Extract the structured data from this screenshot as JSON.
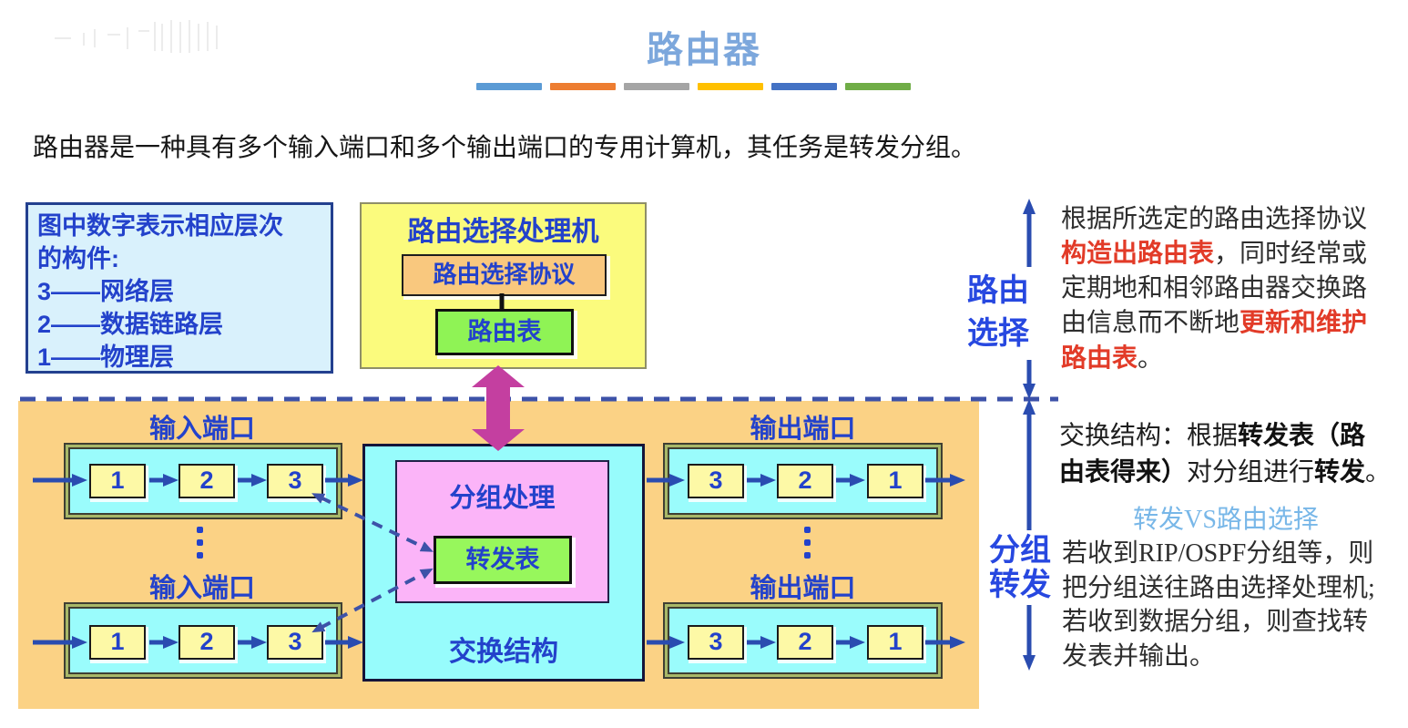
{
  "title": "路由器",
  "divider_colors": [
    "#5B9BD5",
    "#ED7D31",
    "#A5A5A5",
    "#FFC000",
    "#4472C4",
    "#70AD47"
  ],
  "intro": "路由器是一种具有多个输入端口和多个输出端口的专用计算机，其任务是转发分组。",
  "legend": {
    "lines": [
      "图中数字表示相应层次",
      "的构件:",
      "3——网络层",
      "2——数据链路层",
      "1——物理层"
    ]
  },
  "processor": {
    "title": "路由选择处理机",
    "protocol": "路由选择协议",
    "table": "路由表"
  },
  "fabric": {
    "processing": "分组处理",
    "table": "转发表",
    "label": "交换结构"
  },
  "ports": {
    "input_label": "输入端口",
    "output_label": "输出端口",
    "input_sequence": [
      "1",
      "2",
      "3"
    ],
    "output_sequence": [
      "3",
      "2",
      "1"
    ]
  },
  "right": {
    "routing_label": [
      "路由",
      "选择"
    ],
    "routing": {
      "s1": "根据所选定的路由选择协议",
      "s2": "构造出路由表",
      "s3": "，同时经常或",
      "s4": "定期地和相邻路由器交换路",
      "s5": "由信息而不断地",
      "s6": "更新和维护",
      "s7": "路由表",
      "s8": "。"
    },
    "fabric_note": {
      "s1": "交换结构：根据",
      "s2": "转发表（路",
      "s3": "由表得来）",
      "s4": "对分组进行",
      "s5": "转发",
      "s6": "。"
    },
    "vs": "转发VS路由选择",
    "forwarding_label": [
      "分组",
      "转发"
    ],
    "forwarding": {
      "s1": "若收到RIP/OSPF分组等，则",
      "s2": "把分组送往路由选择处理机;",
      "s3": "若收到数据分组，则查找转",
      "s4": "发表并输出。"
    }
  },
  "palette": {
    "title_blue": "#7CA7DC",
    "diagram_text_blue": "#2342CB",
    "emphasis_red": "#E23B28",
    "vs_light_blue": "#78B7E8",
    "magenta_arrow": "#C43FA0",
    "area_orange": "#FBD285",
    "cyan": "#97FCFC",
    "processor_yellow": "#FBFB7D",
    "stage_yellow": "#FDF9A6",
    "packet_pink": "#FBB4F8",
    "table_green": "#8FF355",
    "protocol_orange": "#F9C87E",
    "legend_bg": "#D9F1FC",
    "arrow_blue": "#2A4CB0"
  }
}
